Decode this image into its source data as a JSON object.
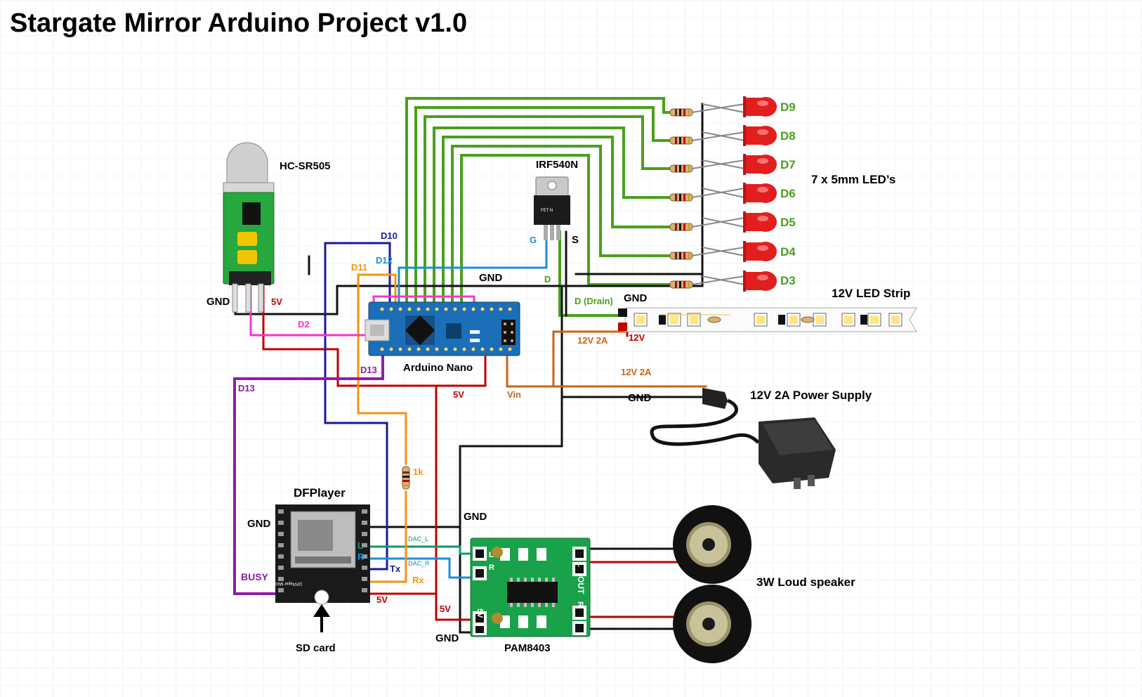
{
  "title": "Stargate Mirror Arduino Project v1.0",
  "colors": {
    "grid": "#e6eaf0",
    "green": "#4aa01c",
    "black": "#111111",
    "red": "#c00000",
    "blue": "#1a1a99",
    "lightblue": "#1a8fd6",
    "orange": "#f0960f",
    "darkorange": "#c86414",
    "pink": "#ff33cc",
    "purple": "#8e1ea8",
    "teal": "#12966e",
    "pcb_blue": "#1a6fb8",
    "pcb_green": "#1aa24a",
    "led_red": "#e31e1e"
  },
  "components": {
    "pir_sensor": {
      "name": "HC-SR505",
      "gnd_label": "GND",
      "vcc_label": "5V"
    },
    "mosfet": {
      "name": "IRF540N",
      "g": "G",
      "d": "D",
      "s": "S",
      "marking": "FET N"
    },
    "leds": {
      "caption": "7 x 5mm LED’s",
      "pins": [
        "D9",
        "D8",
        "D7",
        "D6",
        "D5",
        "D4",
        "D3"
      ]
    },
    "led_strip": {
      "name": "12V LED Strip",
      "plus_label": "12V",
      "drain_label": "D (Drain)",
      "gnd_label": "GND"
    },
    "arduino": {
      "name": "Arduino Nano"
    },
    "power_supply": {
      "name": "12V 2A Power Supply",
      "wire_label": "12V 2A",
      "gnd_label": "GND"
    },
    "dfplayer": {
      "name": "DFPlayer",
      "chip_label": "DFPlayer Mini",
      "gnd": "GND",
      "busy": "BUSY",
      "l": "L",
      "r": "R",
      "tx": "Tx",
      "rx": "Rx",
      "vcc": "5V",
      "sd_card": "SD card"
    },
    "amplifier": {
      "name": "PAM8403",
      "pin_l": "L",
      "pin_r_in": "R",
      "pin_5v": "5V",
      "out": "OUT",
      "pin_l_out": "L",
      "pin_r_out": "R",
      "gnd_label": "GND",
      "vcc_label": "5V"
    },
    "speakers": {
      "name": "3W Loud speaker"
    },
    "resistor": {
      "value": "1k"
    }
  },
  "wire_labels": {
    "d10": "D10",
    "d12": "D12",
    "d11": "D11",
    "d2": "D2",
    "d13_nano": "D13",
    "d13_left": "D13",
    "gnd_top": "GND",
    "d_gate": "D",
    "strip_12v": "12V 2A",
    "vcc_5v": "5V",
    "vin": "Vin",
    "psu_12v": "12V 2A",
    "dac_l": "DAC_L",
    "dac_r": "DAC_R",
    "gnd_mid": "GND",
    "vcc_df": "5V"
  }
}
